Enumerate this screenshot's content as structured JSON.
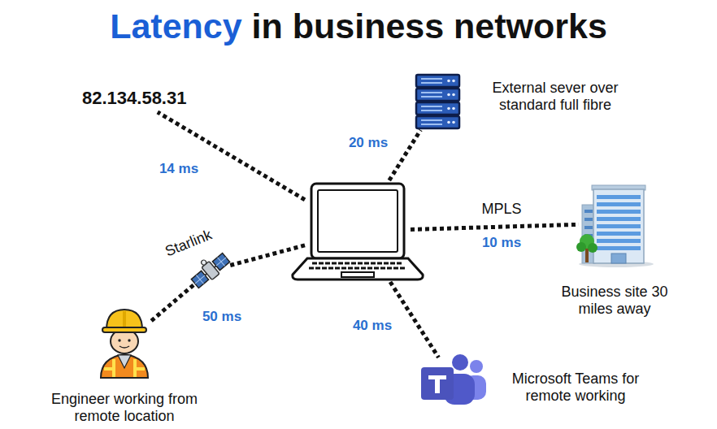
{
  "diagram": {
    "title": "Latency in business networks",
    "nodes": [
      {
        "text": [
          "82.134.58.31"
        ]
      },
      {
        "text": [
          "External sever over standard full fibre"
        ]
      },
      {
        "text": []
      },
      {
        "text": [
          "Business site 30 miles away"
        ]
      },
      {
        "text": [
          "Starlink"
        ]
      },
      {
        "text": [
          "Engineer working from remote location"
        ]
      },
      {
        "text": [
          "Microsoft Teams for remote working"
        ]
      }
    ],
    "edges": [
      {
        "from": 2,
        "to": 0,
        "arrow": "none",
        "label": "14 ms"
      },
      {
        "from": 2,
        "to": 1,
        "arrow": "none",
        "label": "20 ms"
      },
      {
        "from": 2,
        "to": 3,
        "arrow": "none",
        "label": "10 ms"
      },
      {
        "from": 2,
        "to": 4,
        "arrow": "none"
      },
      {
        "from": 4,
        "to": 5,
        "arrow": "none",
        "label": "50 ms"
      },
      {
        "from": 2,
        "to": 6,
        "arrow": "none",
        "label": "40 ms"
      }
    ],
    "labels": [
      "MPLS"
    ]
  }
}
